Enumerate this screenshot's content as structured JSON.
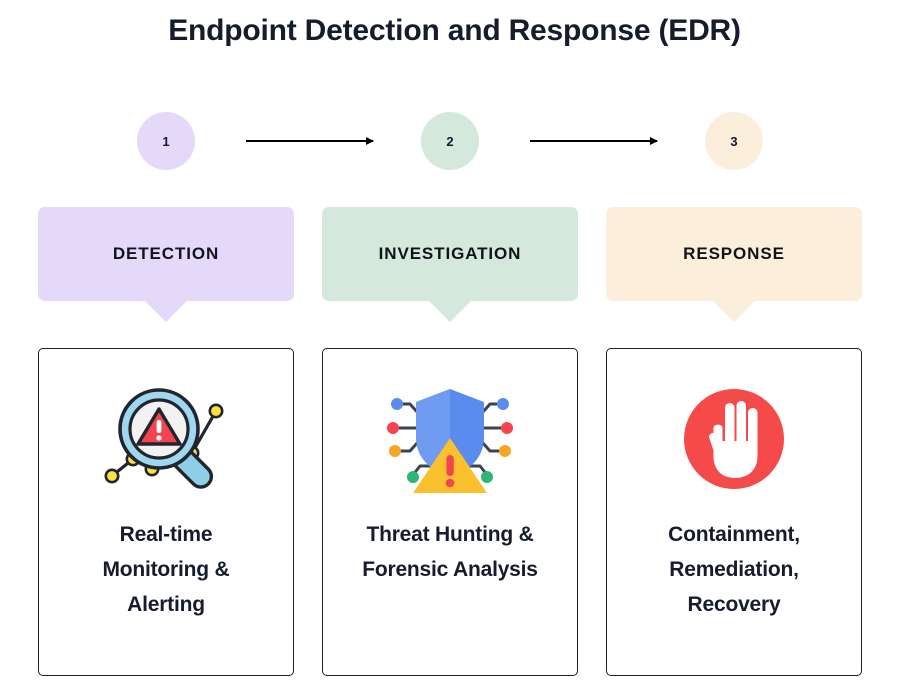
{
  "title": "Endpoint Detection and Response (EDR)",
  "colors": {
    "background": "#ffffff",
    "text_dark": "#161b2e",
    "arrow": "#000000",
    "stage1": "#e4d9f8",
    "stage2": "#d5e8dc",
    "stage3": "#fbeeda",
    "card_border": "#1b1f2e",
    "alert_red": "#f4444f",
    "stop_red": "#f44a4a",
    "shield_blue": "#5a8ced",
    "warn_yellow": "#fbc02d",
    "magnifier_blue": "#9fd7ef"
  },
  "steps": [
    {
      "number": "1",
      "color": "#e4d9f8"
    },
    {
      "number": "2",
      "color": "#d5e8dc"
    },
    {
      "number": "3",
      "color": "#fbeeda"
    }
  ],
  "arrows": [
    {
      "name": "arrow-step1-to-step2"
    },
    {
      "name": "arrow-step2-to-step3"
    }
  ],
  "stages": [
    {
      "label": "DETECTION",
      "color": "#e4d9f8",
      "icon": "magnifier-alert-icon",
      "lines": [
        "Real-time",
        "Monitoring &",
        "Alerting"
      ],
      "text": "Real-time Monitoring & Alerting"
    },
    {
      "label": "INVESTIGATION",
      "color": "#d5e8dc",
      "icon": "shield-circuit-alert-icon",
      "lines": [
        "Threat Hunting &",
        "Forensic Analysis"
      ],
      "text": "Threat Hunting & Forensic Analysis"
    },
    {
      "label": "RESPONSE",
      "color": "#fbeeda",
      "icon": "stop-hand-icon",
      "lines": [
        "Containment,",
        "Remediation,",
        "Recovery"
      ],
      "text": "Containment, Remediation, Recovery"
    }
  ]
}
